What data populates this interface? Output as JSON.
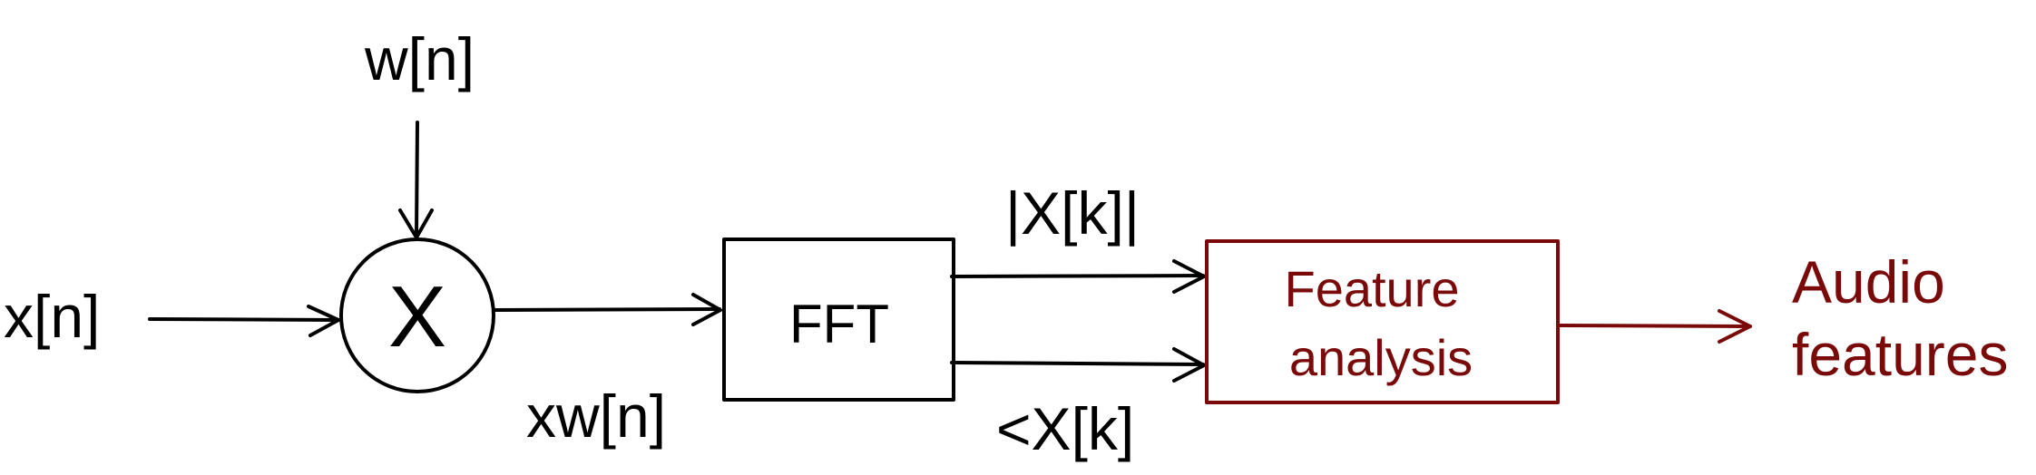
{
  "labels": {
    "input": "x[n]",
    "window": "w[n]",
    "multiply_symbol": "X",
    "windowed": "xw[n]",
    "fft": "FFT",
    "magnitude": "|X[k]|",
    "phase": "<X[k]",
    "feature_line1": "Feature",
    "feature_line2": "analysis",
    "output_line1": "Audio",
    "output_line2": "features"
  },
  "colors": {
    "stroke": "#000000",
    "accent": "#7a0a0a"
  }
}
